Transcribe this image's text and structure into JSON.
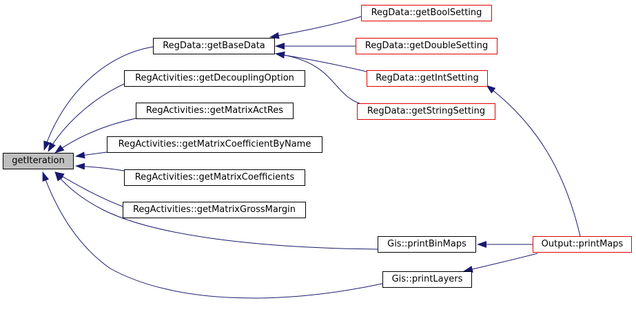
{
  "graph": {
    "root": {
      "label": "getIteration"
    },
    "nodes": {
      "getBaseData": "RegData::getBaseData",
      "getDecouplingOption": "RegActivities::getDecouplingOption",
      "getMatrixActRes": "RegActivities::getMatrixActRes",
      "getMatrixCoefficientByName": "RegActivities::getMatrixCoefficientByName",
      "getMatrixCoefficients": "RegActivities::getMatrixCoefficients",
      "getMatrixGrossMargin": "RegActivities::getMatrixGrossMargin",
      "printBinMaps": "Gis::printBinMaps",
      "printLayers": "Gis::printLayers",
      "getBoolSetting": "RegData::getBoolSetting",
      "getDoubleSetting": "RegData::getDoubleSetting",
      "getIntSetting": "RegData::getIntSetting",
      "getStringSetting": "RegData::getStringSetting",
      "printMaps": "Output::printMaps"
    },
    "colors": {
      "edge": "#191970",
      "node_border": "#000000",
      "truncated_node_border": "#e00000",
      "root_fill": "#bfbfbf"
    }
  }
}
